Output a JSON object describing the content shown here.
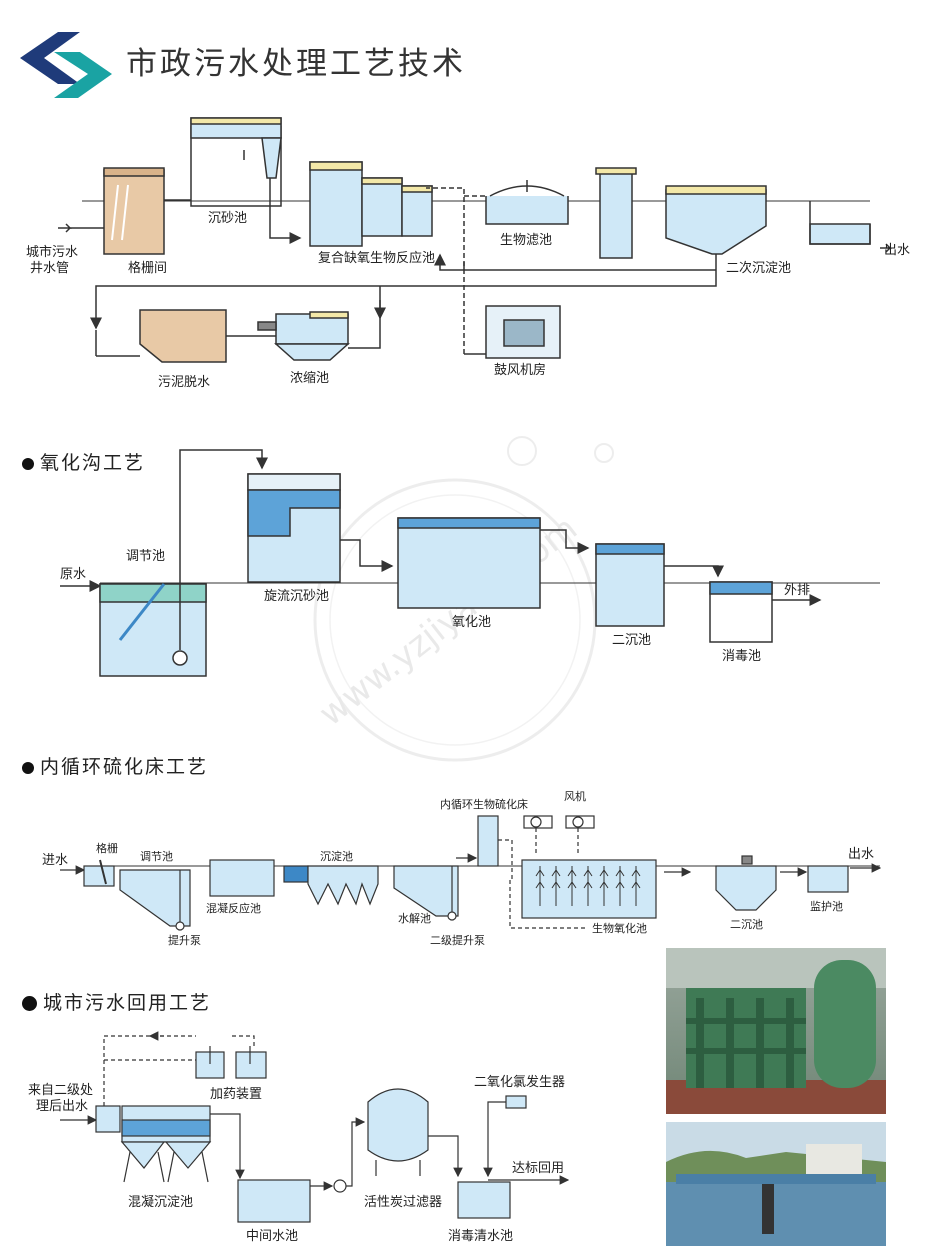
{
  "header": {
    "title": "市政污水处理工艺技术"
  },
  "sections": {
    "oxidation_ditch": "氧化沟工艺",
    "internal_circulation": "内循环硫化床工艺",
    "reuse": "城市污水回用工艺"
  },
  "diagram1": {
    "inlet": [
      "城市污水",
      "井水管"
    ],
    "grid_room": "格栅间",
    "grit_tank": "沉砂池",
    "anaerobic_reactor": "复合缺氧生物反应池",
    "bio_filter": "生物滤池",
    "secondary_clarifier": "二次沉淀池",
    "outlet": "出水",
    "sludge_dewater": "污泥脱水",
    "thickener": "浓缩池",
    "blower_room": "鼓风机房"
  },
  "diagram2": {
    "raw_water": "原水",
    "regulating_tank": "调节池",
    "vortex_grit": "旋流沉砂池",
    "oxidation_tank": "氧化池",
    "second_clarifier": "二沉池",
    "disinfection": "消毒池",
    "discharge": "外排"
  },
  "diagram3": {
    "inlet": "进水",
    "screen": "格栅",
    "regulating_tank": "调节池",
    "lift_pump": "提升泵",
    "coag_reaction": "混凝反应池",
    "sedimentation": "沉淀池",
    "hydrolysis": "水解池",
    "second_lift_pump": "二级提升泵",
    "bed_label": "内循环生物硫化床",
    "blower": "风机",
    "bio_oxidation": "生物氧化池",
    "second_clarifier": "二沉池",
    "monitor_tank": "监护池",
    "outlet": "出水"
  },
  "diagram4": {
    "inlet": [
      "来自二级处",
      "理后出水"
    ],
    "dosing": "加药装置",
    "coag_sediment": "混凝沉淀池",
    "middle_tank": "中间水池",
    "carbon_filter": "活性炭过滤器",
    "clo2_generator": "二氧化氯发生器",
    "clear_tank": "消毒清水池",
    "reuse": "达标回用"
  },
  "watermark": "www.yzjiyang.com",
  "colors": {
    "water": "#cfe8f7",
    "water_dark": "#5da3d8",
    "line": "#333333",
    "logo_dark": "#1f3b7a",
    "logo_teal": "#1aa3a3",
    "sludge": "#e8c9a6",
    "yellow_cap": "#f3e8a8"
  }
}
